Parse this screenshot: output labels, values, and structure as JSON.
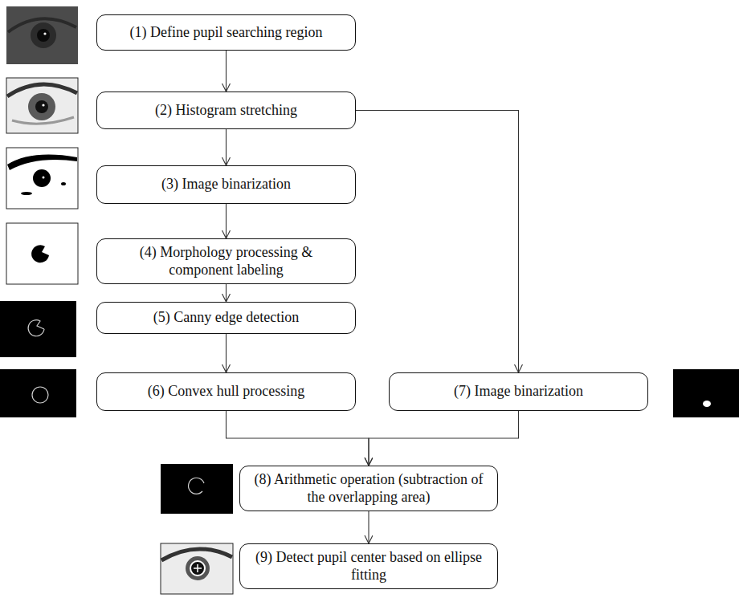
{
  "diagram": {
    "nodes": [
      {
        "text": [
          "(1) Define pupil searching region"
        ]
      },
      {
        "text": [
          "(2) Histogram stretching"
        ]
      },
      {
        "text": [
          "(3) Image binarization"
        ]
      },
      {
        "text": [
          "(4) Morphology processing & component labeling"
        ]
      },
      {
        "text": [
          "(5) Canny edge detection"
        ]
      },
      {
        "text": [
          "(6) Convex hull processing"
        ]
      },
      {
        "text": [
          "(7) Image binarization"
        ]
      },
      {
        "text": [
          "(8) Arithmetic operation (subtraction of the overlapping area)"
        ]
      },
      {
        "text": [
          "(9) Detect pupil center based on ellipse fitting"
        ]
      }
    ],
    "edges": [
      {
        "from": 0,
        "to": 1,
        "arrow": "to"
      },
      {
        "from": 1,
        "to": 2,
        "arrow": "to"
      },
      {
        "from": 2,
        "to": 3,
        "arrow": "to"
      },
      {
        "from": 3,
        "to": 4,
        "arrow": "to"
      },
      {
        "from": 4,
        "to": 5,
        "arrow": "to"
      },
      {
        "from": 1,
        "to": 6,
        "arrow": "to"
      },
      {
        "from": 5,
        "to": 7,
        "arrow": "to"
      },
      {
        "from": 6,
        "to": 7,
        "arrow": "to"
      },
      {
        "from": 7,
        "to": 8,
        "arrow": "to"
      }
    ]
  }
}
